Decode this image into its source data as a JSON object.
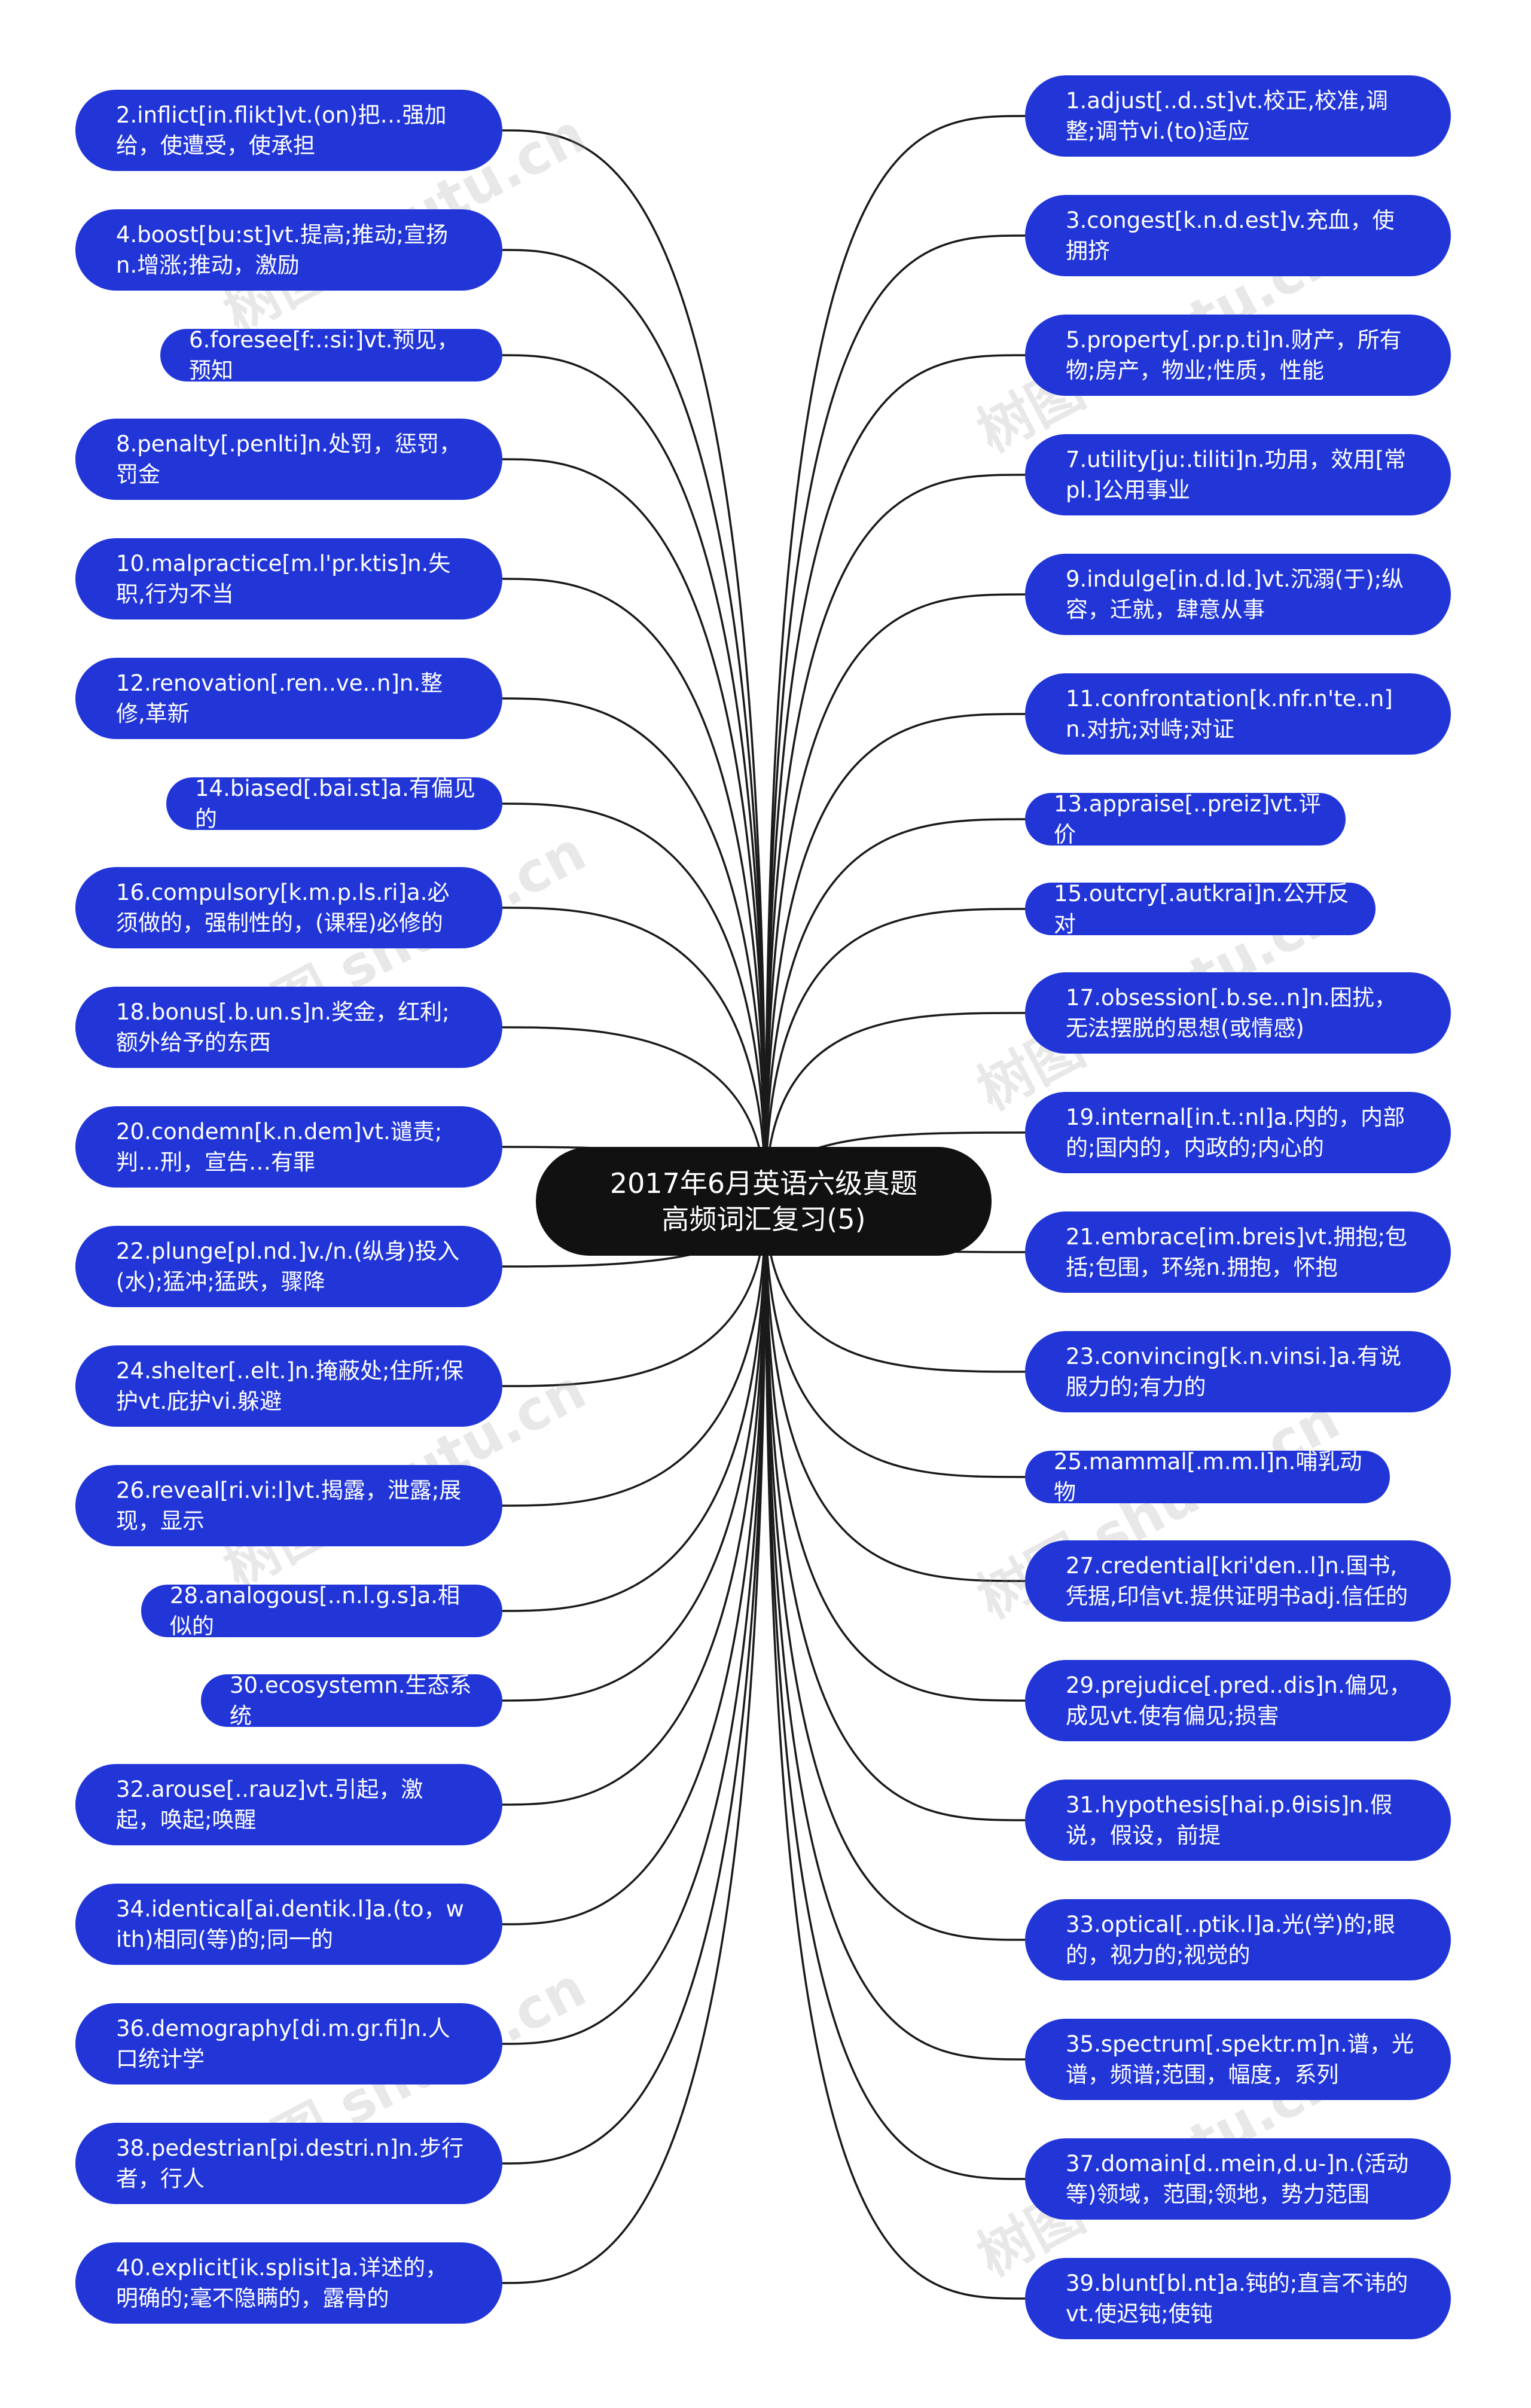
{
  "center": {
    "title_line1": "2017年6月英语六级真题",
    "title_line2": "高频词汇复习(5)"
  },
  "watermark": "树图 shutu.cn",
  "colors": {
    "node": "#2236d8",
    "center": "#111111",
    "line": "#1a1a1a"
  },
  "left": [
    "2.inflict[in.flikt]vt.(on)把…强加给，使遭受，使承担",
    "4.boost[bu:st]vt.提高;推动;宣扬n.增涨;推动，激励",
    "6.foresee[f:.:si:]vt.预见，预知",
    "8.penalty[.penlti]n.处罚，惩罚，罚金",
    "10.malpractice[m.l'pr.ktis]n.失职,行为不当",
    "12.renovation[.ren..ve..n]n.整修,革新",
    "14.biased[.bai.st]a.有偏见的",
    "16.compulsory[k.m.p.ls.ri]a.必须做的，强制性的，(课程)必修的",
    "18.bonus[.b.un.s]n.奖金，红利;额外给予的东西",
    "20.condemn[k.n.dem]vt.谴责;判…刑，宣告…有罪",
    "22.plunge[pl.nd.]v./n.(纵身)投入(水);猛冲;猛跌，骤降",
    "24.shelter[..elt.]n.掩蔽处;住所;保护vt.庇护vi.躲避",
    "26.reveal[ri.vi:l]vt.揭露，泄露;展现，显示",
    "28.analogous[..n.l.g.s]a.相似的",
    "30.ecosystemn.生态系统",
    "32.arouse[..rauz]vt.引起，激起，唤起;唤醒",
    "34.identical[ai.dentik.l]a.(to，with)相同(等)的;同一的",
    "36.demography[di.m.gr.fi]n.人口统计学",
    "38.pedestrian[pi.destri.n]n.步行者，行人",
    "40.explicit[ik.splisit]a.详述的，明确的;毫不隐瞒的，露骨的"
  ],
  "right": [
    "1.adjust[..d..st]vt.校正,校准,调整;调节vi.(to)适应",
    "3.congest[k.n.d.est]v.充血，使拥挤",
    "5.property[.pr.p.ti]n.财产，所有物;房产，物业;性质，性能",
    "7.utility[ju:.tiliti]n.功用，效用[常pl.]公用事业",
    "9.indulge[in.d.ld.]vt.沉溺(于);纵容，迁就，肆意从事",
    "11.confrontation[k.nfr.n'te..n]n.对抗;对峙;对证",
    "13.appraise[..preiz]vt.评价",
    "15.outcry[.autkrai]n.公开反对",
    "17.obsession[.b.se..n]n.困扰，无法摆脱的思想(或情感)",
    "19.internal[in.t.:nl]a.内的，内部的;国内的，内政的;内心的",
    "21.embrace[im.breis]vt.拥抱;包括;包围，环绕n.拥抱，怀抱",
    "23.convincing[k.n.vinsi.]a.有说服力的;有力的",
    "25.mammal[.m.m.l]n.哺乳动物",
    "27.credential[kri'den..l]n.国书,凭据,印信vt.提供证明书adj.信任的",
    "29.prejudice[.pred..dis]n.偏见，成见vt.使有偏见;损害",
    "31.hypothesis[hai.p.θisis]n.假说，假设，前提",
    "33.optical[..ptik.l]a.光(学)的;眼的，视力的;视觉的",
    "35.spectrum[.spektr.m]n.谱，光谱，频谱;范围，幅度，系列",
    "37.domain[d..mein,d.u-]n.(活动等)领域，范围;领地，势力范围",
    "39.blunt[bl.nt]a.钝的;直言不讳的vt.使迟钝;使钝"
  ]
}
